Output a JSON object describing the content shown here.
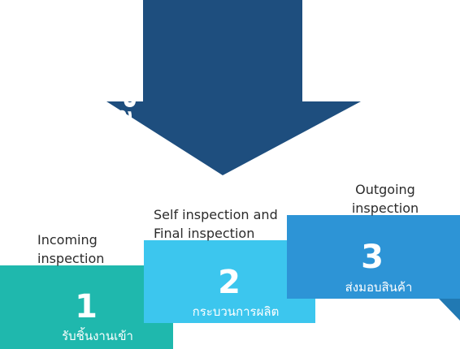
{
  "arrow": {
    "title": "Patrol Inspection",
    "color": "#1e4e7e"
  },
  "steps": [
    {
      "label": "Incoming inspection",
      "number": "1",
      "thai": "รับชิ้นงานเข้า",
      "color": "#1fb8ad",
      "shadow": "#17948b"
    },
    {
      "label": "Self inspection and Final inspection",
      "number": "2",
      "thai": "กระบวนการผลิต",
      "color": "#3cc6ee",
      "shadow": "#2aa6cc"
    },
    {
      "label": "Outgoing inspection",
      "number": "3",
      "thai": "ส่งมอบสินค้า",
      "color": "#2d94d6",
      "shadow": "#2179b3"
    }
  ]
}
